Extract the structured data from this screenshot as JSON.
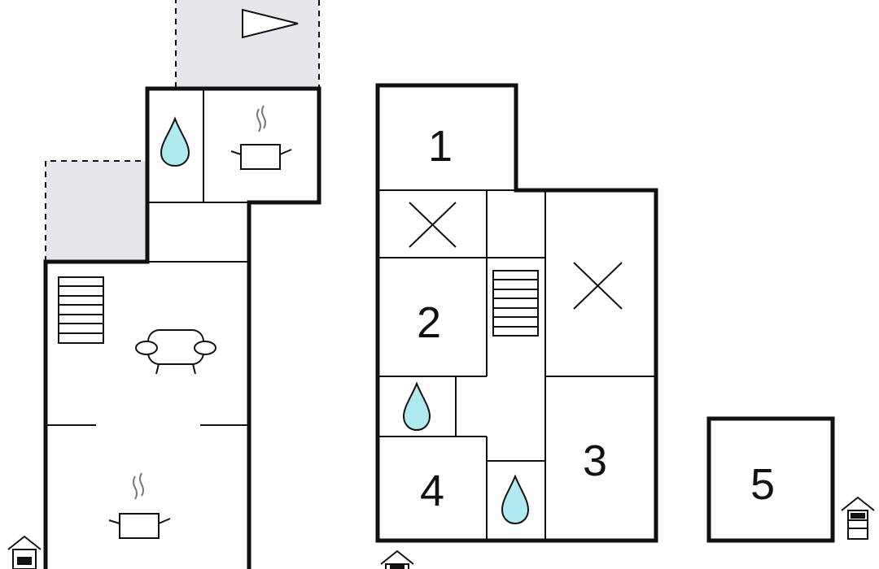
{
  "floor_plan": {
    "room_numbers": [
      "1",
      "2",
      "3",
      "4",
      "5"
    ],
    "colors": {
      "wall": "#111111",
      "outdoor_area": "#e6e6ea",
      "water_drop": "#aeeaf0",
      "background": "#ffffff"
    },
    "symbols": [
      "terrace-direction-icon",
      "water-drop-icon",
      "cooking-pot-icon",
      "staircase-icon",
      "armchair-icon",
      "bed-x-icon",
      "entrance-icon"
    ]
  }
}
